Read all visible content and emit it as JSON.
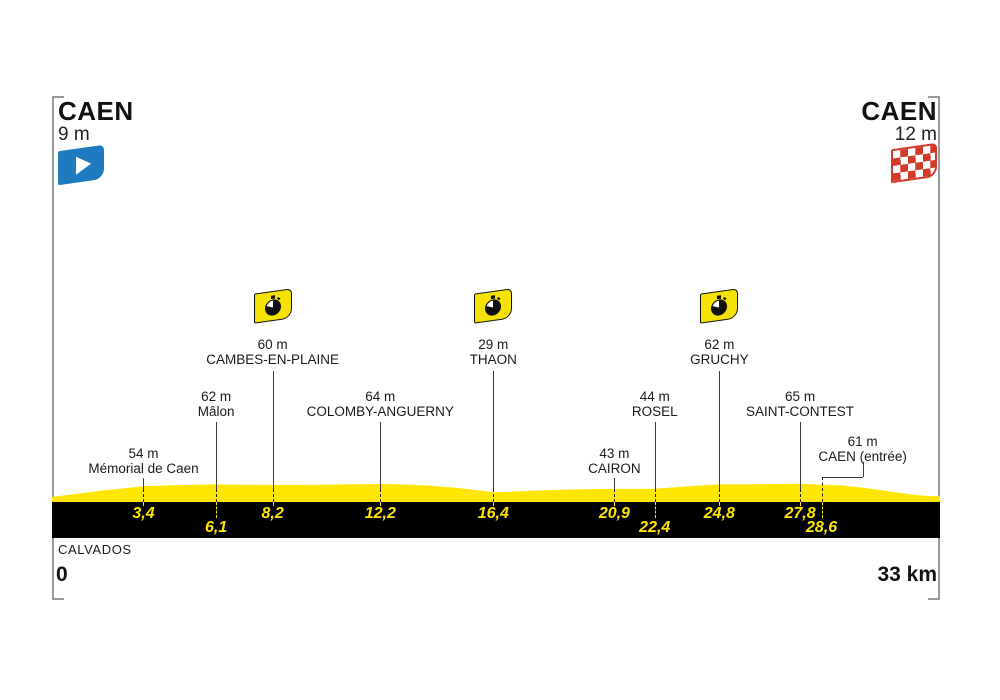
{
  "colors": {
    "profile_yellow": "#FFE600",
    "start_flag_blue": "#1E7BBF",
    "finish_flag_red": "#D23B2A",
    "distance_bar": "#000000",
    "frame_gray": "#9A9A9A"
  },
  "start": {
    "city": "CAEN",
    "altitude": "9 m"
  },
  "finish": {
    "city": "CAEN",
    "altitude": "12 m"
  },
  "footer": {
    "department": "CALVADOS",
    "distance_start": "0",
    "distance_end": "33 km"
  },
  "chart_data": {
    "type": "area",
    "x_unit": "km",
    "x_range": [
      0,
      33
    ],
    "y_unit": "m",
    "profile": [
      [
        0,
        9
      ],
      [
        0.8,
        20
      ],
      [
        2,
        38
      ],
      [
        3.4,
        54
      ],
      [
        4.5,
        59
      ],
      [
        6.1,
        62
      ],
      [
        7.2,
        61
      ],
      [
        8.2,
        60
      ],
      [
        9.5,
        60
      ],
      [
        11,
        62
      ],
      [
        12.2,
        64
      ],
      [
        13,
        62
      ],
      [
        14,
        57
      ],
      [
        15,
        48
      ],
      [
        15.8,
        37
      ],
      [
        16.4,
        29
      ],
      [
        17,
        31
      ],
      [
        18,
        36
      ],
      [
        19,
        40
      ],
      [
        20,
        42
      ],
      [
        20.9,
        43
      ],
      [
        21.7,
        43
      ],
      [
        22.4,
        44
      ],
      [
        23.2,
        50
      ],
      [
        24,
        57
      ],
      [
        24.8,
        62
      ],
      [
        25.8,
        62
      ],
      [
        26.8,
        64
      ],
      [
        27.8,
        65
      ],
      [
        28.2,
        63
      ],
      [
        28.6,
        61
      ],
      [
        29.3,
        58
      ],
      [
        30,
        50
      ],
      [
        30.8,
        38
      ],
      [
        31.5,
        26
      ],
      [
        32,
        18
      ],
      [
        32.5,
        13
      ],
      [
        33,
        12
      ]
    ],
    "waypoints": [
      {
        "km": 3.4,
        "km_label": "3,4",
        "altitude": "54 m",
        "name": "Mémorial de Caen",
        "tier": "low",
        "row": "upper"
      },
      {
        "km": 6.1,
        "km_label": "6,1",
        "altitude": "62 m",
        "name": "Mâlon",
        "tier": "mid",
        "row": "lower"
      },
      {
        "km": 8.2,
        "km_label": "8,2",
        "altitude": "60 m",
        "name": "CAMBES-EN-PLAINE",
        "tier": "icon",
        "row": "upper",
        "icon": "time-check-flag-icon"
      },
      {
        "km": 12.2,
        "km_label": "12,2",
        "altitude": "64 m",
        "name": "COLOMBY-ANGUERNY",
        "tier": "mid",
        "row": "upper"
      },
      {
        "km": 16.4,
        "km_label": "16,4",
        "altitude": "29 m",
        "name": "THAON",
        "tier": "icon",
        "row": "upper",
        "icon": "time-check-flag-icon"
      },
      {
        "km": 20.9,
        "km_label": "20,9",
        "altitude": "43 m",
        "name": "CAIRON",
        "tier": "low",
        "row": "upper"
      },
      {
        "km": 22.4,
        "km_label": "22,4",
        "altitude": "44 m",
        "name": "ROSEL",
        "tier": "mid",
        "row": "lower"
      },
      {
        "km": 24.8,
        "km_label": "24,8",
        "altitude": "62 m",
        "name": "GRUCHY",
        "tier": "icon",
        "row": "upper",
        "icon": "time-check-flag-icon"
      },
      {
        "km": 27.8,
        "km_label": "27,8",
        "altitude": "65 m",
        "name": "SAINT-CONTEST",
        "tier": "mid",
        "row": "upper"
      },
      {
        "km": 28.6,
        "km_label": "28,6",
        "altitude": "61 m",
        "name": "CAEN (entrée)",
        "tier": "entree",
        "row": "lower",
        "leader": "elbow"
      }
    ]
  }
}
